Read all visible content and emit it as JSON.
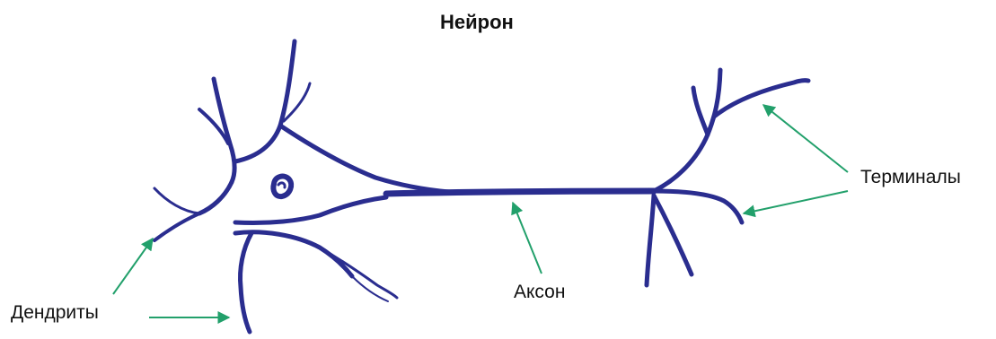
{
  "title": "Нейрон",
  "labels": {
    "dendrites": "Дендриты",
    "axon": "Аксон",
    "terminals": "Терминалы"
  },
  "colors": {
    "neuron": "#2a2d8f",
    "arrow": "#22a06b",
    "text": "#111111"
  }
}
